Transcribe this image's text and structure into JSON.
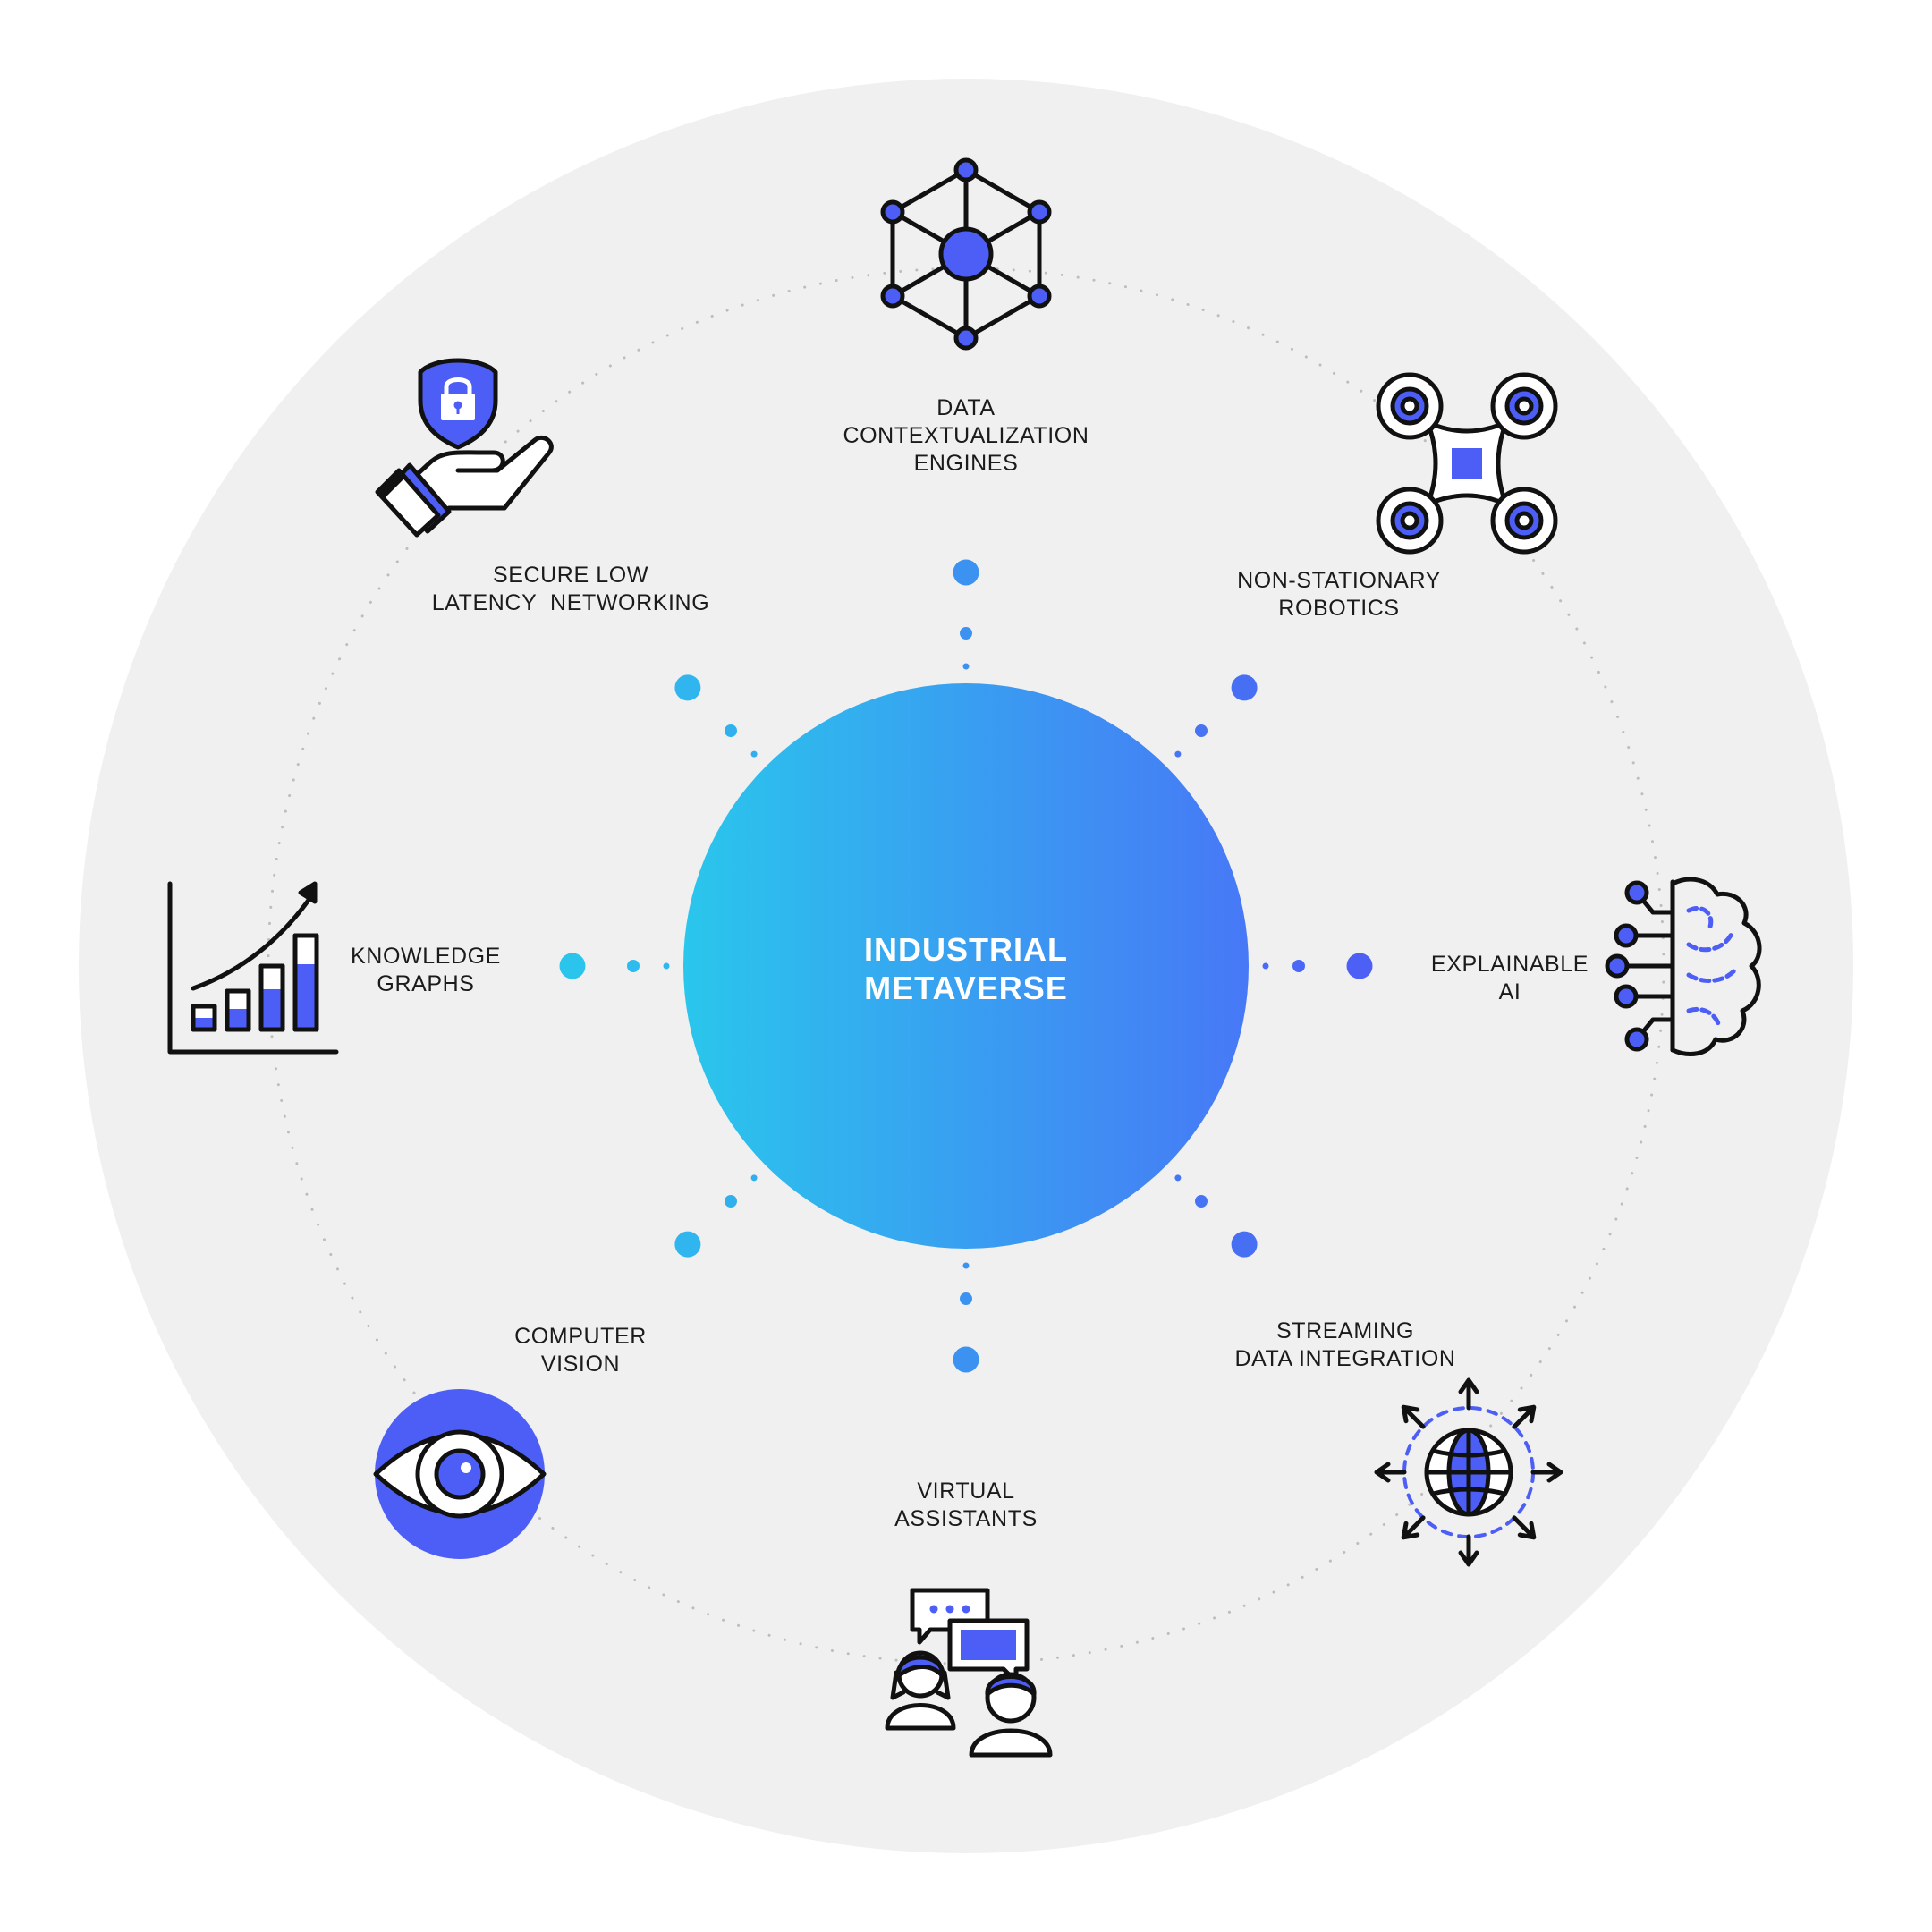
{
  "center": {
    "title": "INDUSTRIAL\nMETAVERSE"
  },
  "colors": {
    "background_disc": "#f0f0f0",
    "accent_blue": "#4d5ef6",
    "gradient_start": "#2ac6ec",
    "gradient_end": "#4778f6",
    "outline": "#111111"
  },
  "nodes": [
    {
      "id": "data-contextualization",
      "label": "DATA\nCONTEXTUALIZATION\nENGINES",
      "icon": "network-hexagon-icon"
    },
    {
      "id": "non-stationary-robotics",
      "label": "NON-STATIONARY\nROBOTICS",
      "icon": "drone-icon"
    },
    {
      "id": "explainable-ai",
      "label": "EXPLAINABLE\nAI",
      "icon": "ai-brain-circuit-icon"
    },
    {
      "id": "streaming-data-integration",
      "label": "STREAMING\nDATA INTEGRATION",
      "icon": "globe-arrows-icon"
    },
    {
      "id": "virtual-assistants",
      "label": "VIRTUAL\nASSISTANTS",
      "icon": "chat-people-icon"
    },
    {
      "id": "computer-vision",
      "label": "COMPUTER\nVISION",
      "icon": "eye-icon"
    },
    {
      "id": "knowledge-graphs",
      "label": "KNOWLEDGE\nGRAPHS",
      "icon": "growth-bar-chart-icon"
    },
    {
      "id": "secure-low-latency-networking",
      "label": "SECURE LOW\nLATENCY  NETWORKING",
      "icon": "hand-shield-lock-icon"
    }
  ]
}
